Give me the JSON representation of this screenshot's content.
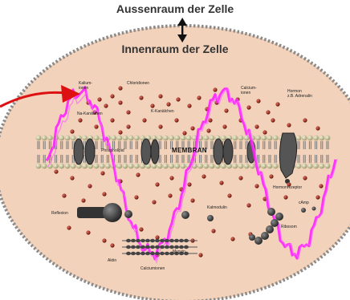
{
  "header": {
    "outer_space": "Aussenraum der Zelle",
    "inner_space": "Innenraum der Zelle"
  },
  "membrane": {
    "title": "MEMBRAN"
  },
  "labels": {
    "kalium_ions": "Kalium-\nionen",
    "chloride_ions": "Chloridionen",
    "calcium_ions_top": "Calcium-\nionen",
    "hormone": "Hormon\nz.B. Adrenalin",
    "na_channels": "Na-Kanälchen",
    "k_channels": "K-Kanälchen",
    "phospholipid": "Phospholipid",
    "hormone_receptor": "Hormonrezeptor",
    "camp": "cAmp",
    "kalmodulin": "Kalmodulin",
    "reflexion": "Reflexion",
    "ribosome": "Ribosom",
    "aktin": "Aktin",
    "myosin": "Myosin",
    "calcium_ions_bottom": "Calciumionen"
  },
  "colors": {
    "cell_fill": "#f2d2ba",
    "membrane_dots": "#888888",
    "lipid_head": "#c8c49a",
    "ion_red": "#9b2a1e",
    "wave_magenta": "#ff22ff",
    "arrow_red": "#dd1111",
    "protein_dark": "#3c3c3c"
  }
}
